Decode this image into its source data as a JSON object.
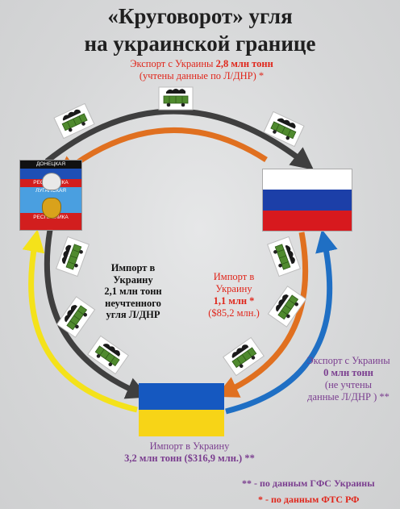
{
  "title": {
    "line1": "«Круговорот» угля",
    "line2": "на украинской границе"
  },
  "top_export": {
    "line1_prefix": "Экспорт с Украины ",
    "line1_value": "2,8 млн тонн",
    "line2": "(учтены данные по Л/ДНР) *"
  },
  "center_import": {
    "line1": "Импорт в",
    "line2": "Украину",
    "line3": "2,1 млн тонн",
    "line4": "неучтенного",
    "line5": "угля Л/ДНР"
  },
  "right_import": {
    "line1": "Импорт в",
    "line2": "Украину",
    "line3": "1,1 млн *",
    "line4": "($85,2 млн.)"
  },
  "right_export": {
    "line1": "Экспорт с Украины",
    "line2": "0 млн тонн",
    "line3": "(не учтены",
    "line4": "данные Л/ДНР ) **"
  },
  "bottom_import": {
    "line1": "Импорт в Украину",
    "line2": "3,2 млн тонн ($316,9 млн.) **"
  },
  "footnotes": {
    "double_star": "** - по данным ГФС Украины",
    "single_star": "* - по данным ФТС РФ"
  },
  "dnr_flag": {
    "top_text": "ДОНЕЦКАЯ",
    "mid_text": "РЕСПУБЛИКА",
    "lower_text": "ЛУГАНСКАЯ",
    "bottom_text": "РЕСПУБЛИКА"
  },
  "colors": {
    "red": "#e0261b",
    "purple": "#7a3d8f",
    "arrow_dark": "#3f3f3f",
    "arrow_orange": "#e07020",
    "arrow_blue": "#1f6fc4",
    "arrow_yellow": "#f4e21a"
  }
}
